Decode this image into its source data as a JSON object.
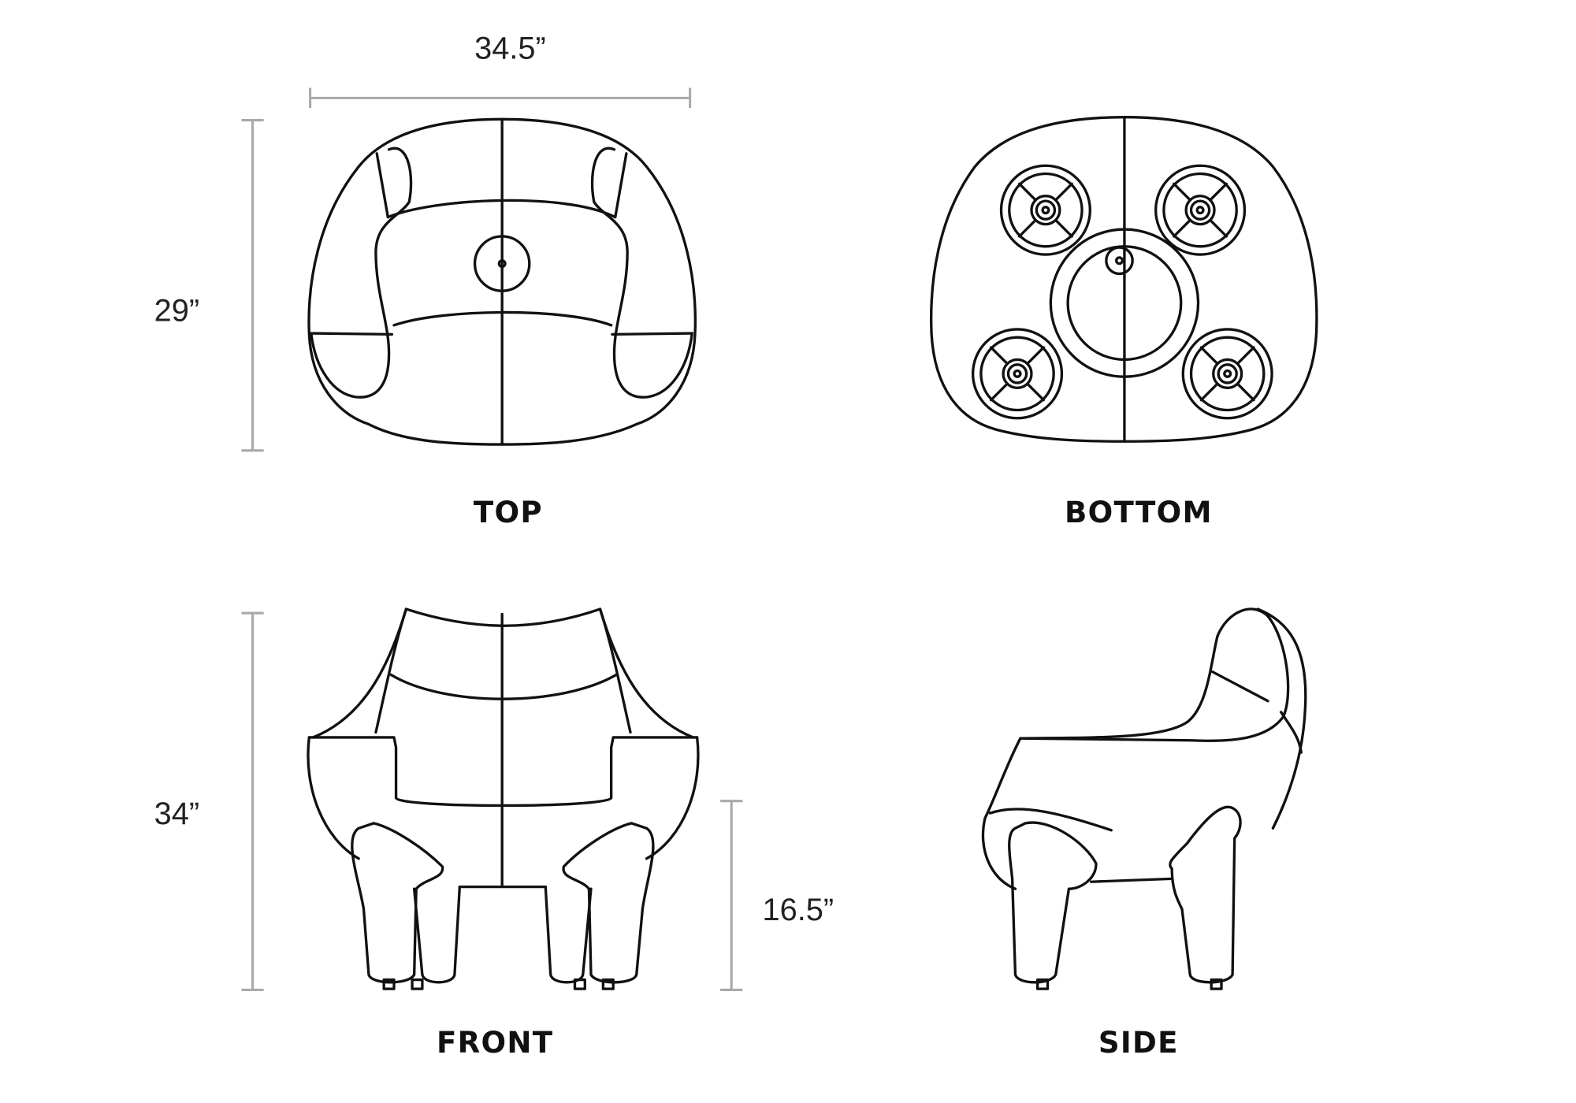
{
  "dimensions": {
    "width": "34.5”",
    "depth": "29”",
    "height": "34”",
    "seat_height": "16.5”"
  },
  "views": {
    "top": "TOP",
    "bottom": "BOTTOM",
    "front": "FRONT",
    "side": "SIDE"
  },
  "colors": {
    "line": "#111111",
    "dimension_line": "#a9a9a9"
  }
}
